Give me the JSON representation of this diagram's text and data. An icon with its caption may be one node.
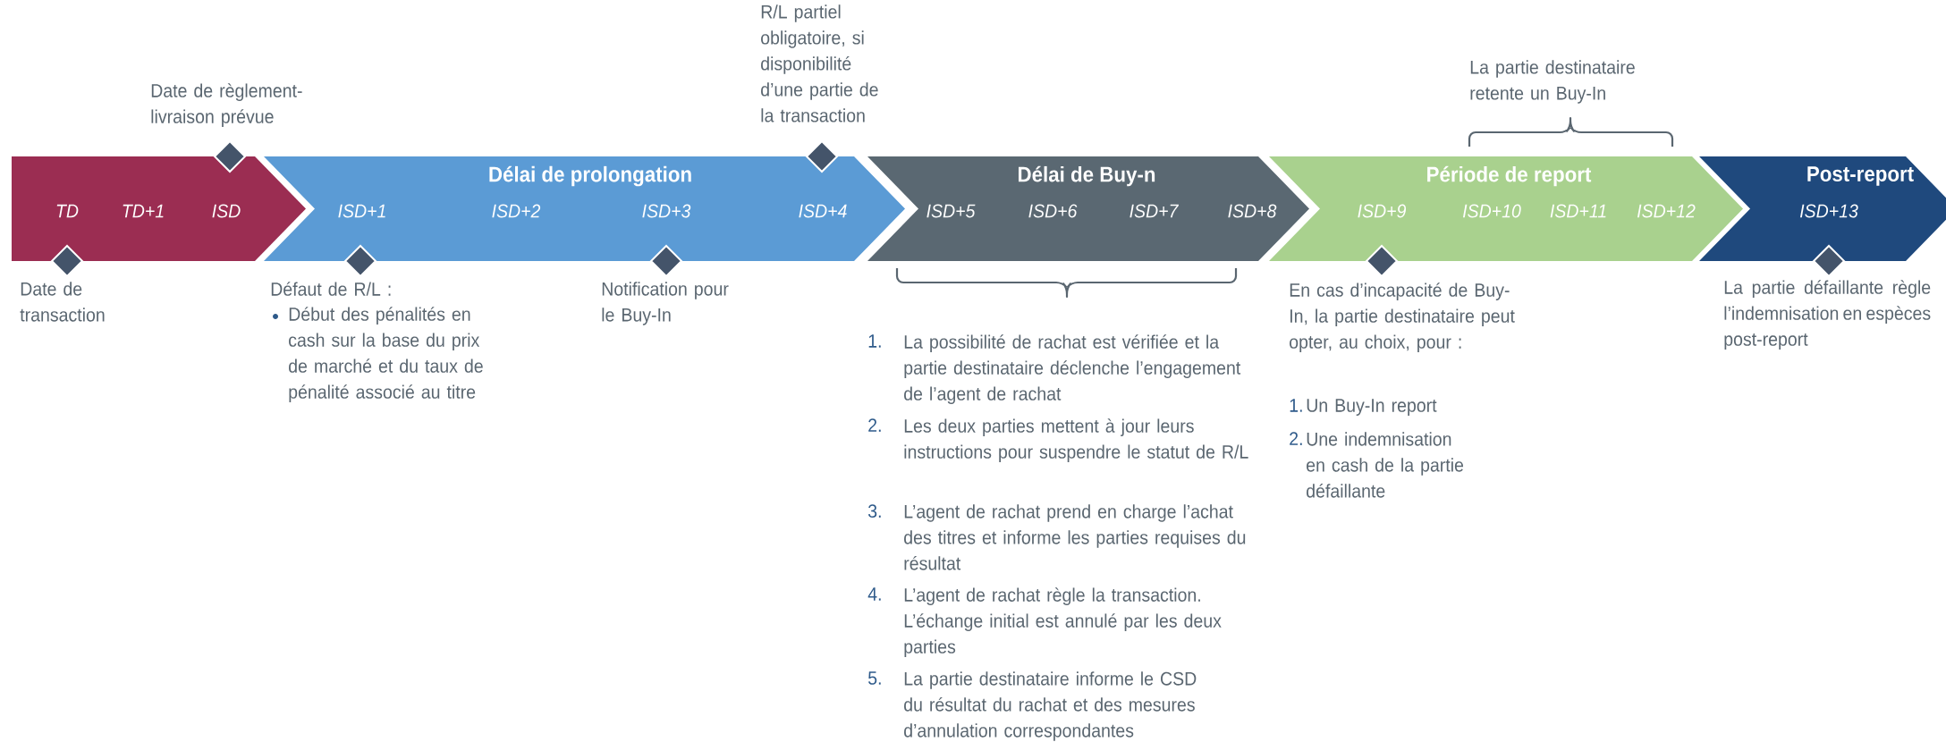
{
  "diagram": {
    "nodes": [
      {
        "text": [
          "TD",
          "TD+1",
          "ISD"
        ]
      },
      {
        "text": [
          "Délai de prolongation",
          "ISD+1",
          "ISD+2",
          "ISD+3",
          "ISD+4"
        ]
      },
      {
        "text": [
          "Délai de Buy-n",
          "ISD+5",
          "ISD+6",
          "ISD+7",
          "ISD+8"
        ]
      },
      {
        "text": [
          "Période de report",
          "ISD+9",
          "ISD+10",
          "ISD+11",
          "ISD+12"
        ]
      },
      {
        "text": [
          "Post-report",
          "ISD+13"
        ]
      }
    ],
    "labels": [
      "Date de règlement-livraison prévue",
      "R/L partiel obligatoire, si disponibilité d’une partie de la transaction",
      "La partie destinataire retente un Buy-In",
      "Date de transaction",
      "Défaut de R/L :",
      "Début des pénalités en cash sur la base du prix de marché et du taux de pénalité associé au titre",
      "Notification pour le Buy-In",
      "1.",
      "La possibilité de rachat est vérifiée et la partie destinataire déclenche l’engagement de l’agent de rachat",
      "2.",
      "Les deux parties mettent à jour leurs instructions pour suspendre le statut de R/L",
      "3.",
      "L’agent de rachat prend en charge l’achat des titres et informe les parties requises du résultat",
      "4.",
      "L’agent de rachat règle la transaction. L’échange initial est annulé par les deux parties",
      "5.",
      "La partie destinataire informe le CSD du résultat du rachat et des mesures d’annulation correspondantes",
      "En cas d’incapacité de Buy-In, la partie destinataire peut opter, au choix, pour :",
      "1.",
      "Un Buy-In report",
      "2.",
      "Une indemnisation en cash de la partie défaillante",
      "La partie défaillante règle l’indemnisation en espèces post-report"
    ]
  }
}
